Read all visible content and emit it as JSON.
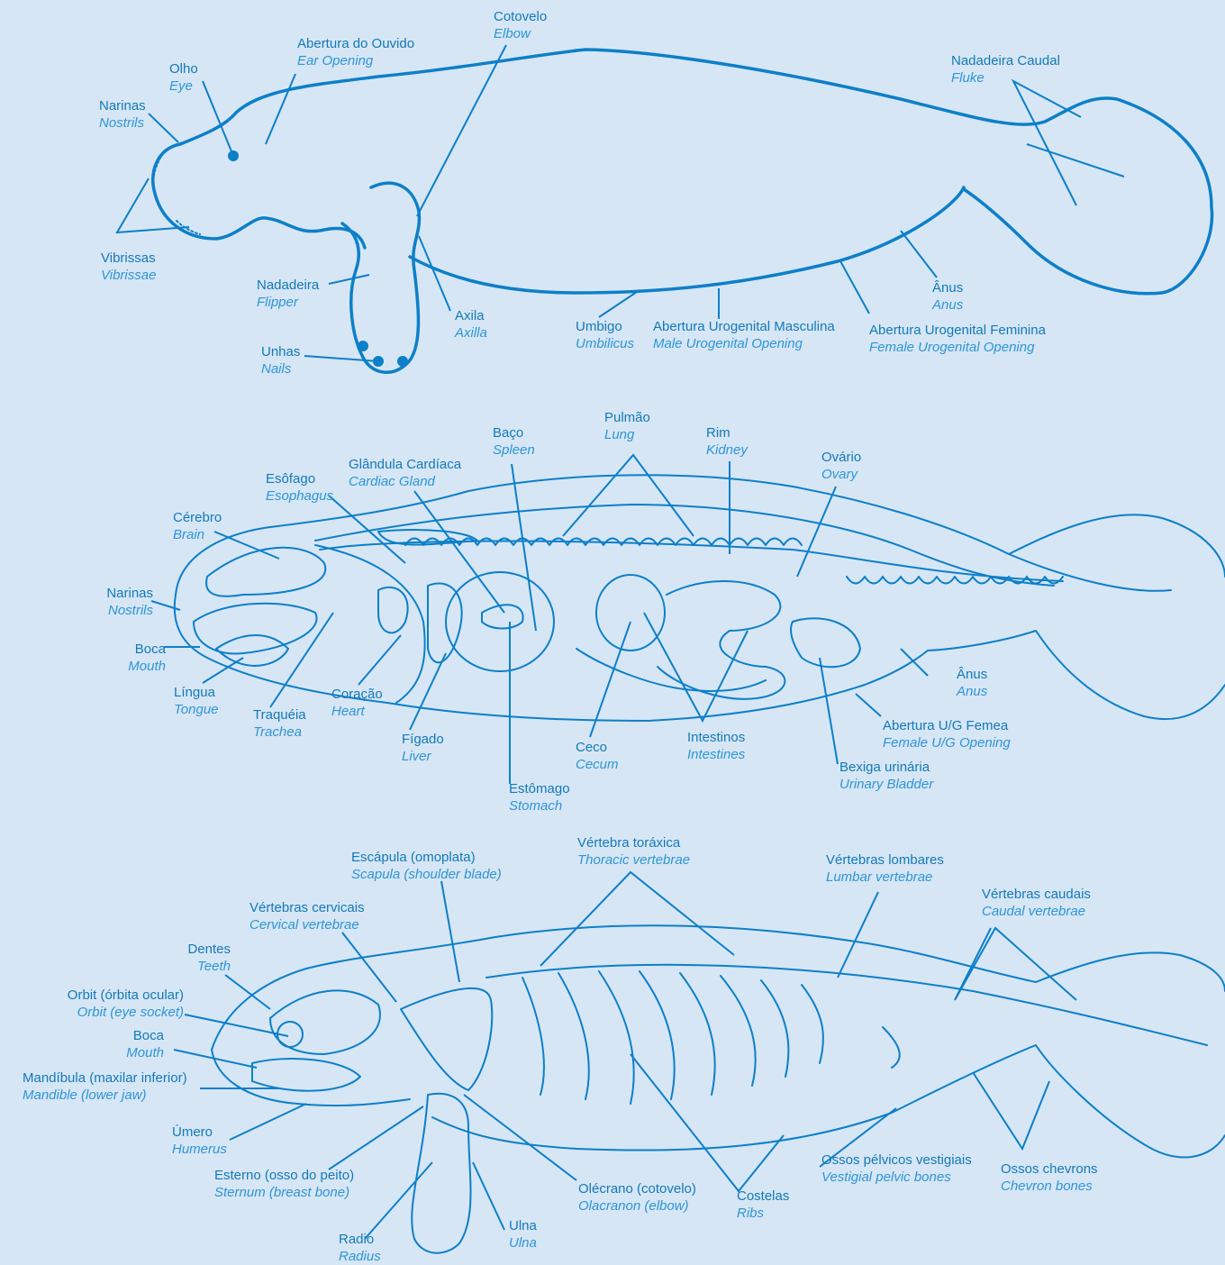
{
  "external": {
    "cotovelo": {
      "pt": "Cotovelo",
      "en": "Elbow"
    },
    "ouvido": {
      "pt": "Abertura do Ouvido",
      "en": "Ear Opening"
    },
    "olho": {
      "pt": "Olho",
      "en": "Eye"
    },
    "narinas": {
      "pt": "Narinas",
      "en": "Nostrils"
    },
    "vibrissas": {
      "pt": "Vibrissas",
      "en": "Vibrissae"
    },
    "nadadeira": {
      "pt": "Nadadeira",
      "en": "Flipper"
    },
    "unhas": {
      "pt": "Unhas",
      "en": "Nails"
    },
    "axila": {
      "pt": "Axila",
      "en": "Axilla"
    },
    "umbigo": {
      "pt": "Umbigo",
      "en": "Umbilicus"
    },
    "uro_m": {
      "pt": "Abertura Urogenital Masculina",
      "en": "Male Urogenital Opening"
    },
    "uro_f": {
      "pt": "Abertura Urogenital Feminina",
      "en": "Female Urogenital Opening"
    },
    "anus": {
      "pt": "Ânus",
      "en": "Anus"
    },
    "caudal": {
      "pt": "Nadadeira Caudal",
      "en": "Fluke"
    }
  },
  "internal": {
    "baco": {
      "pt": "Baço",
      "en": "Spleen"
    },
    "pulmao": {
      "pt": "Pulmão",
      "en": "Lung"
    },
    "rim": {
      "pt": "Rim",
      "en": "Kidney"
    },
    "glandula": {
      "pt": "Glândula Cardíaca",
      "en": "Cardiac Gland"
    },
    "ovario": {
      "pt": "Ovário",
      "en": "Ovary"
    },
    "esofago": {
      "pt": "Esôfago",
      "en": "Esophagus"
    },
    "cerebro": {
      "pt": "Cérebro",
      "en": "Brain"
    },
    "narinas": {
      "pt": "Narinas",
      "en": "Nostrils"
    },
    "boca": {
      "pt": "Boca",
      "en": "Mouth"
    },
    "lingua": {
      "pt": "Língua",
      "en": "Tongue"
    },
    "traqueia": {
      "pt": "Traquéia",
      "en": "Trachea"
    },
    "coracao": {
      "pt": "Coração",
      "en": "Heart"
    },
    "figado": {
      "pt": "Fígado",
      "en": "Liver"
    },
    "ceco": {
      "pt": "Ceco",
      "en": "Cecum"
    },
    "intestinos": {
      "pt": "Intestinos",
      "en": "Intestines"
    },
    "anus": {
      "pt": "Ânus",
      "en": "Anus"
    },
    "ug_femea": {
      "pt": "Abertura U/G Femea",
      "en": "Female U/G Opening"
    },
    "bexiga": {
      "pt": "Bexiga urinária",
      "en": "Urinary Bladder"
    },
    "estomago": {
      "pt": "Estômago",
      "en": "Stomach"
    }
  },
  "skeleton": {
    "toracica": {
      "pt": "Vértebra toráxica",
      "en": "Thoracic vertebrae"
    },
    "escapula": {
      "pt": "Escápula (omoplata)",
      "en": "Scapula (shoulder blade)"
    },
    "lombares": {
      "pt": "Vértebras lombares",
      "en": "Lumbar vertebrae"
    },
    "caudais": {
      "pt": "Vértebras caudais",
      "en": "Caudal vertebrae"
    },
    "cervicais": {
      "pt": "Vértebras cervicais",
      "en": "Cervical vertebrae"
    },
    "dentes": {
      "pt": "Dentes",
      "en": "Teeth"
    },
    "orbit": {
      "pt": "Orbit (órbita ocular)",
      "en": "Orbit (eye socket)"
    },
    "boca": {
      "pt": "Boca",
      "en": "Mouth"
    },
    "mandibula": {
      "pt": "Mandíbula (maxilar inferior)",
      "en": "Mandible (lower jaw)"
    },
    "umero": {
      "pt": "Úmero",
      "en": "Humerus"
    },
    "esterno": {
      "pt": "Esterno (osso do peito)",
      "en": "Sternum (breast bone)"
    },
    "olecrano": {
      "pt": "Olécrano (cotovelo)",
      "en": "Olacranon (elbow)"
    },
    "costelas": {
      "pt": "Costelas",
      "en": "Ribs"
    },
    "pelvicos": {
      "pt": "Ossos pélvicos vestigiais",
      "en": "Vestigial pelvic bones"
    },
    "chevrons": {
      "pt": "Ossos chevrons",
      "en": "Chevron bones"
    },
    "radio": {
      "pt": "Radio",
      "en": "Radius"
    },
    "ulna": {
      "pt": "Ulna",
      "en": "Ulna"
    }
  }
}
